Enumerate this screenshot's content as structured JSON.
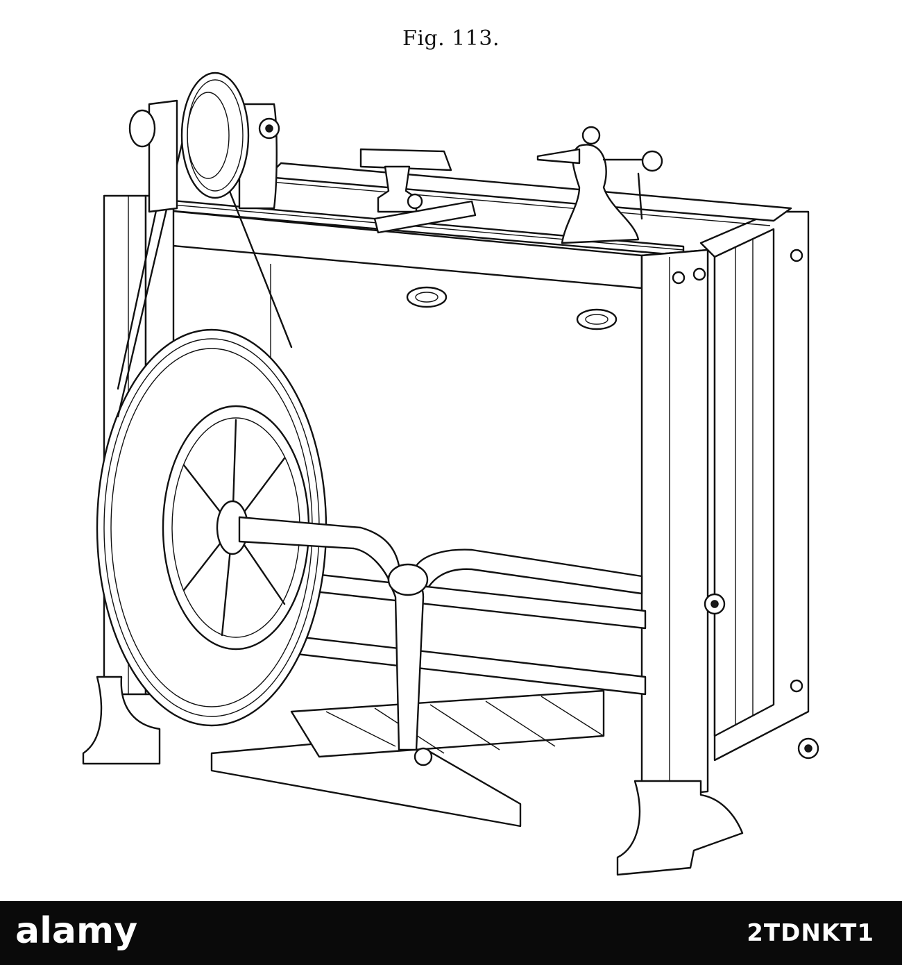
{
  "figure": {
    "caption": "Fig. 113."
  },
  "footer": {
    "brand": "alamy",
    "stock_id": "2TDNKT1",
    "background_color": "#0a0a0a",
    "text_color": "#ffffff"
  }
}
